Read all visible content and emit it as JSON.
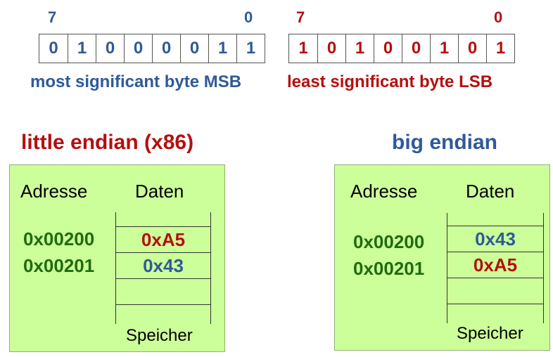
{
  "msb": {
    "high_index": "7",
    "low_index": "0",
    "bits": [
      "0",
      "1",
      "0",
      "0",
      "0",
      "0",
      "1",
      "1"
    ],
    "caption": "most significant byte MSB"
  },
  "lsb": {
    "high_index": "7",
    "low_index": "0",
    "bits": [
      "1",
      "0",
      "1",
      "0",
      "0",
      "1",
      "0",
      "1"
    ],
    "caption": "least significant byte LSB"
  },
  "little": {
    "title": "little endian (x86)",
    "address_header": "Adresse",
    "data_header": "Daten",
    "addresses": [
      "0x00200",
      "0x00201"
    ],
    "cells": [
      "0xA5",
      "0x43"
    ],
    "memory_label": "Speicher"
  },
  "big": {
    "title": "big endian",
    "address_header": "Adresse",
    "data_header": "Daten",
    "addresses": [
      "0x00200",
      "0x00201"
    ],
    "cells": [
      "0x43",
      "0xA5"
    ],
    "memory_label": "Speicher"
  },
  "colors": {
    "msb_blue": "#2f5a9a",
    "lsb_red": "#b50f0f",
    "address_green": "#1f6b0f",
    "panel_green": "#ccff99"
  }
}
